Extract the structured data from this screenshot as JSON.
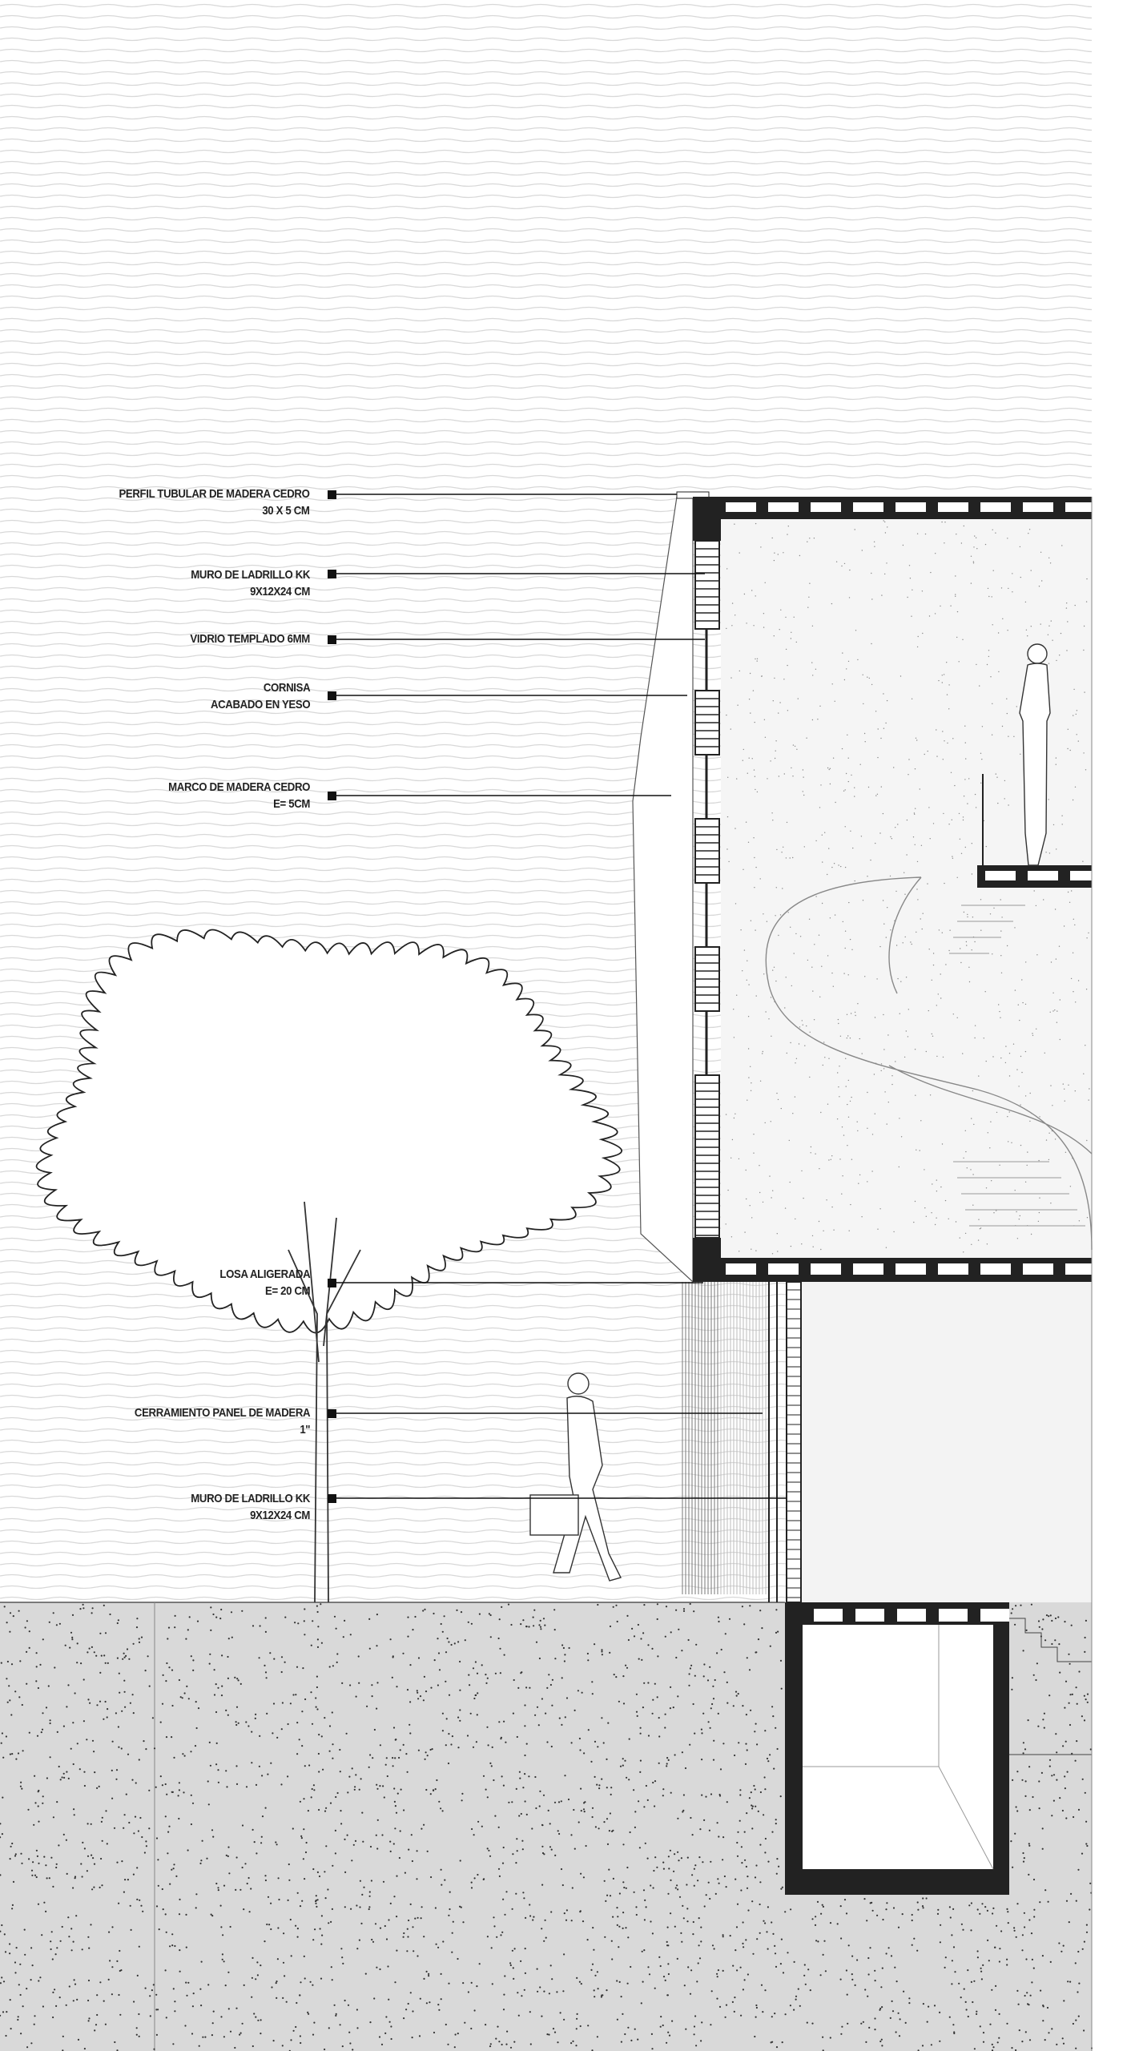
{
  "title": "Corte arquitectónico – detalle de fachada",
  "annotations": [
    {
      "lines": [
        "PERFIL TUBULAR DE MADERA CEDRO",
        "30 X 5 CM"
      ]
    },
    {
      "lines": [
        "MURO DE LADRILLO KK",
        "9X12X24 CM"
      ]
    },
    {
      "lines": [
        "VIDRIO TEMPLADO 6MM"
      ]
    },
    {
      "lines": [
        "CORNISA",
        "ACABADO EN YESO"
      ]
    },
    {
      "lines": [
        "MARCO DE MADERA CEDRO",
        "E= 5CM"
      ]
    },
    {
      "lines": [
        "LOSA ALIGERADA",
        "E= 20 CM"
      ]
    },
    {
      "lines": [
        "CERRAMIENTO PANEL DE MADERA",
        "1\""
      ]
    },
    {
      "lines": [
        "MURO DE LADRILLO KK",
        "9X12X24 CM"
      ]
    }
  ],
  "colors": {
    "ink": "#222222",
    "ground": "#d9d9d9",
    "interior": "#f4f4f4",
    "sky_hatch": "#d6d6d6"
  }
}
